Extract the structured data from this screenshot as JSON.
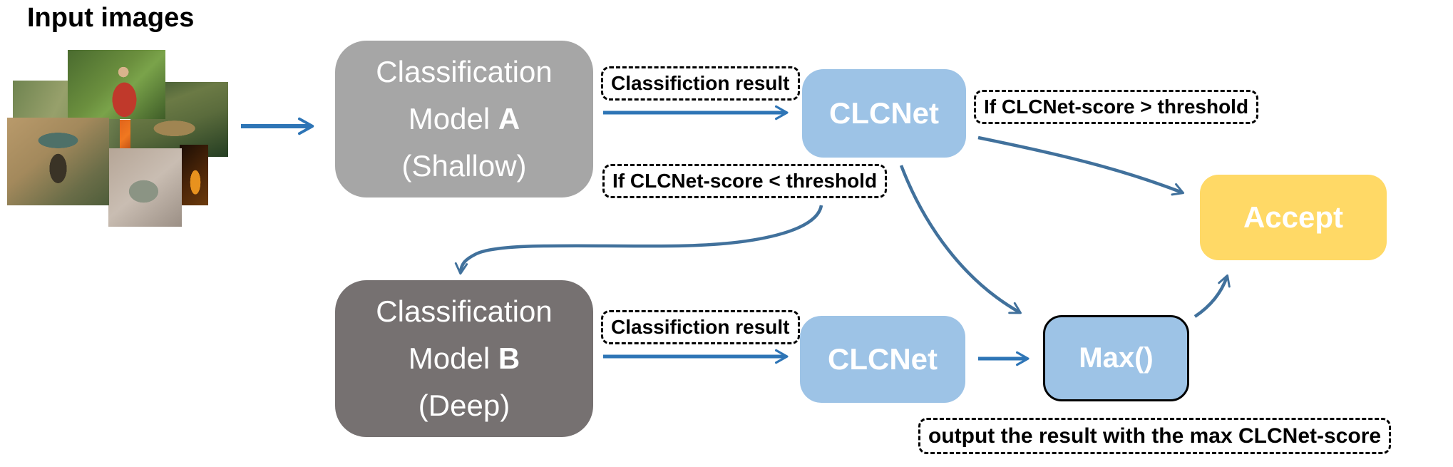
{
  "title": "Input images",
  "nodes": {
    "model_a": {
      "line1": "Classification",
      "line2_prefix": "Model ",
      "line2_bold": "A",
      "line3": "(Shallow)"
    },
    "model_b": {
      "line1": "Classification",
      "line2_prefix": "Model ",
      "line2_bold": "B",
      "line3": "(Deep)"
    },
    "clcnet_top": {
      "label": "CLCNet"
    },
    "clcnet_bottom": {
      "label": "CLCNet"
    },
    "max": {
      "label": "Max()"
    },
    "accept": {
      "label": "Accept"
    }
  },
  "labels": {
    "classification_result_top": "Classifiction result",
    "if_score_gt_threshold": "If CLCNet-score > threshold",
    "if_score_lt_threshold": "If CLCNet-score < threshold",
    "classification_result_bottom": "Classifiction result",
    "output_max": "output the result with the max CLCNet-score"
  },
  "input_collage": {
    "photos": [
      "boy-fishing",
      "river-branch",
      "fish-and-rod",
      "orange-fish",
      "bird-feeder",
      "stingray",
      "koi-fish"
    ]
  },
  "colors": {
    "arrow_blue": "#2E75B6",
    "curve_steel_blue": "#41719C",
    "model_a_gray": "#A6A6A6",
    "model_b_dark_gray": "#767171",
    "clcnet_light_blue": "#9DC3E6",
    "accept_yellow": "#FFD966",
    "node_text": "#FFFFFF",
    "label_text": "#000000"
  }
}
